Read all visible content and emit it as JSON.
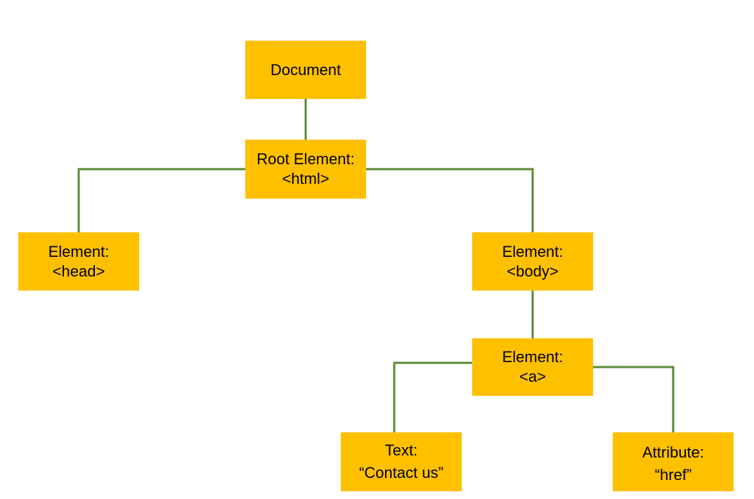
{
  "colors": {
    "node_fill": "#ffc000",
    "connector": "#5a8a36",
    "text": "#000000",
    "background": "#ffffff"
  },
  "nodes": {
    "document": {
      "lines": [
        "Document"
      ]
    },
    "html": {
      "lines": [
        "Root Element:",
        "<html>"
      ]
    },
    "head": {
      "lines": [
        "Element:",
        "<head>"
      ]
    },
    "body": {
      "lines": [
        "Element:",
        "<body>"
      ]
    },
    "a": {
      "lines": [
        "Element:",
        "<a>"
      ]
    },
    "text": {
      "lines": [
        "Text:",
        "“Contact us”"
      ]
    },
    "attribute": {
      "lines": [
        "Attribute:",
        "“href”"
      ]
    }
  },
  "edges": [
    {
      "from": "document",
      "to": "html"
    },
    {
      "from": "html",
      "to": "head"
    },
    {
      "from": "html",
      "to": "body"
    },
    {
      "from": "body",
      "to": "a"
    },
    {
      "from": "a",
      "to": "text"
    },
    {
      "from": "a",
      "to": "attribute"
    }
  ]
}
